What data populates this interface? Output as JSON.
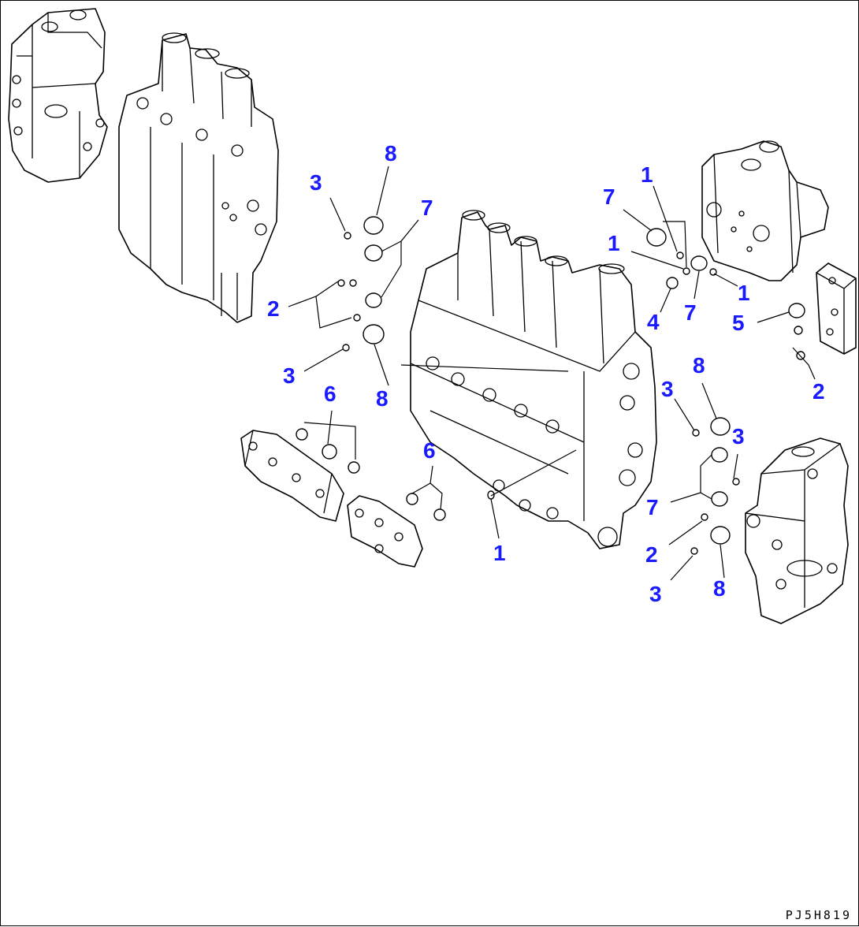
{
  "diagram": {
    "drawing_code": "PJ5H819",
    "callouts": [
      {
        "id": "c8a",
        "text": "8"
      },
      {
        "id": "c3a",
        "text": "3"
      },
      {
        "id": "c7a",
        "text": "7"
      },
      {
        "id": "c2a",
        "text": "2"
      },
      {
        "id": "c3b",
        "text": "3"
      },
      {
        "id": "c8b",
        "text": "8"
      },
      {
        "id": "c6a",
        "text": "6"
      },
      {
        "id": "c6b",
        "text": "6"
      },
      {
        "id": "c1a",
        "text": "1"
      },
      {
        "id": "c7b",
        "text": "7"
      },
      {
        "id": "c1b",
        "text": "1"
      },
      {
        "id": "c1c",
        "text": "1"
      },
      {
        "id": "c4a",
        "text": "4"
      },
      {
        "id": "c7c",
        "text": "7"
      },
      {
        "id": "c1d",
        "text": "1"
      },
      {
        "id": "c5a",
        "text": "5"
      },
      {
        "id": "c2b",
        "text": "2"
      },
      {
        "id": "c8c",
        "text": "8"
      },
      {
        "id": "c3c",
        "text": "3"
      },
      {
        "id": "c3d",
        "text": "3"
      },
      {
        "id": "c7d",
        "text": "7"
      },
      {
        "id": "c2c",
        "text": "2"
      },
      {
        "id": "c3e",
        "text": "3"
      },
      {
        "id": "c8d",
        "text": "8"
      }
    ]
  }
}
